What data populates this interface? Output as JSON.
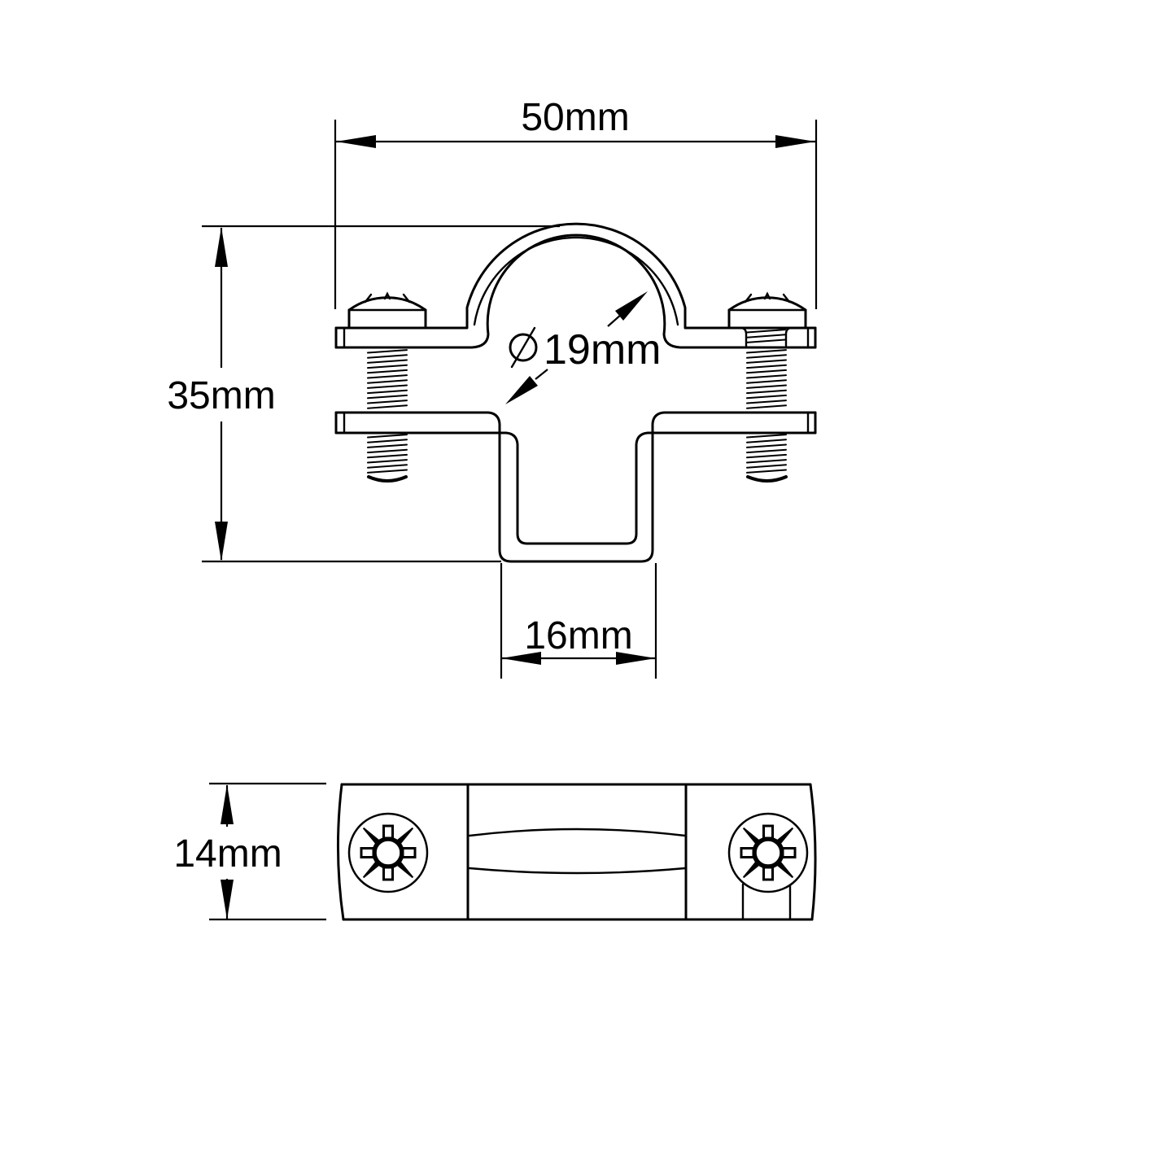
{
  "drawing": {
    "kind": "pipe-clamp technical drawing, front view and bottom view",
    "line_color": "#000000",
    "background_color": "#ffffff"
  },
  "views": {
    "front_view": {
      "dimensions": {
        "overall_width": "50mm",
        "overall_height": "35mm",
        "pipe_diameter_symbol": "∅",
        "pipe_diameter": "19mm",
        "base_channel_width": "16mm"
      }
    },
    "bottom_view": {
      "dimensions": {
        "depth": "14mm"
      }
    }
  }
}
